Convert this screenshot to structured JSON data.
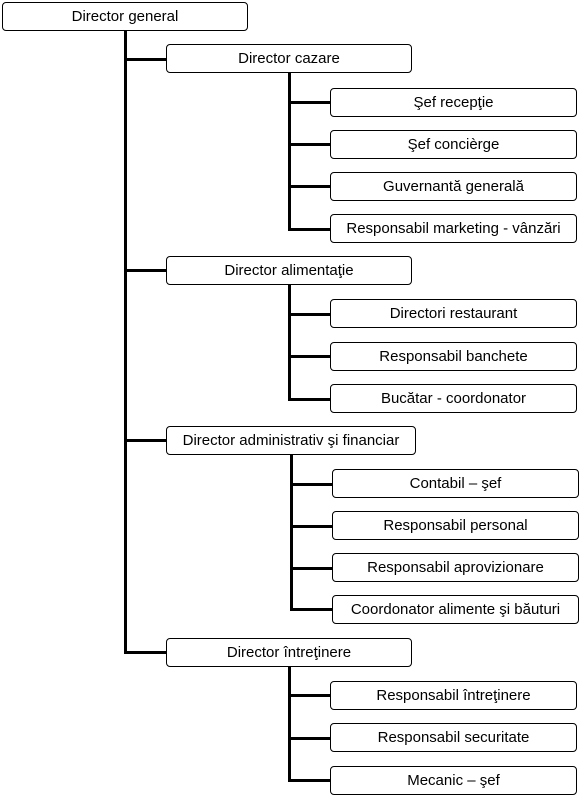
{
  "root": {
    "label": "Director general"
  },
  "departments": [
    {
      "label": "Director cazare",
      "roles": [
        "Şef recepţie",
        "Şef concièrge",
        "Guvernantă generală",
        "Responsabil marketing - vânzări"
      ]
    },
    {
      "label": "Director alimentaţie",
      "roles": [
        "Directori restaurant",
        "Responsabil banchete",
        "Bucătar - coordonator"
      ]
    },
    {
      "label": "Director administrativ şi financiar",
      "roles": [
        "Contabil – şef",
        "Responsabil personal",
        "Responsabil aprovizionare",
        "Coordonator alimente şi băuturi"
      ]
    },
    {
      "label": "Director întreţinere",
      "roles": [
        "Responsabil întreţinere",
        "Responsabil securitate",
        "Mecanic – şef"
      ]
    }
  ]
}
